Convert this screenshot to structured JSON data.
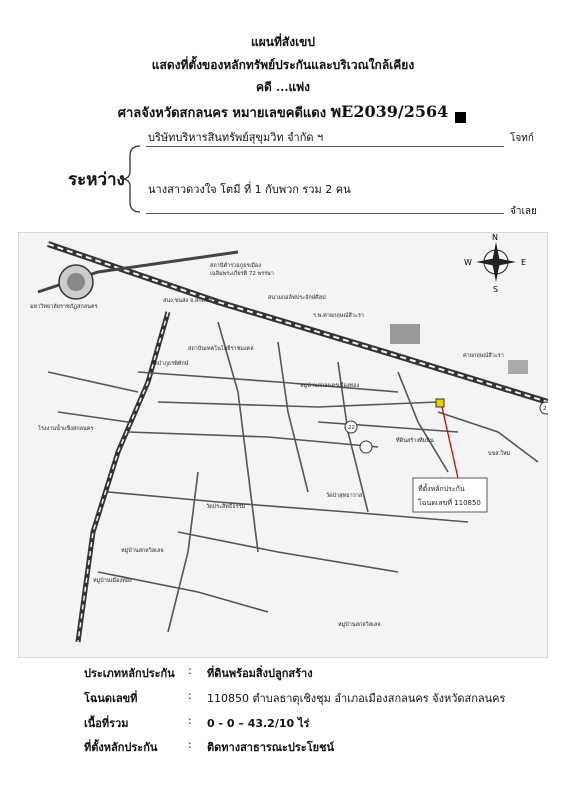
{
  "header": {
    "line1": "แผนที่สังเขป",
    "line2": "แสดงที่ตั้งของหลักทรัพย์ประกันและบริเวณใกล้เคียง",
    "line3": "คดี      ...แพ่ง",
    "line4_prefix": "ศาลจังหวัดสกลนคร หมายเลขคดีแดง ",
    "case_no": "พE2039/2564"
  },
  "parties": {
    "between_label": "ระหว่าง",
    "plaintiff": "บริษัทบริหารสินทรัพย์สุขุมวิท จำกัด ฯ",
    "plaintiff_role": "โจทก์",
    "defendant": "นางสาวดวงใจ  โตมี  ที่ 1 กับพวก  รวม 2 คน",
    "defendant_role": "จำเลย"
  },
  "map": {
    "compass": [
      "N",
      "E",
      "S",
      "W"
    ],
    "labels": [
      "สถานีตำรวจภูธรเมือง",
      "เฉลิมพระเกียรติ 72 พรรษา",
      "มหาวิทยาลัยราชภัฏสกลนคร",
      "สนง.ขนส่ง จ.สกลนคร",
      "สนามกอล์ฟประจักษ์ศิลป",
      "ร.พ.ค่ายกฤษณ์สีวะรา",
      "สถาบันเทคโนโลยีราชมงคล",
      "วัดป่าภูธรพิทักษ์",
      "หมู่บ้านสกลนครเมืองทอง",
      "ค่ายกฤษณ์สีวะรา",
      "โรงงานน้ำแข็งสกลนคร",
      "ที่ดินสร้างทีมนิน",
      "บขส.ใหม่",
      "วัดป่าสุทธาวาส",
      "วัดประสิทธิธรรม",
      "หมู่บ้านสกลวิลเลจ",
      "หมู่บ้านสกลวิลเลจ",
      "หมู่บ้านเมืองทอง"
    ],
    "road_numbers": [
      "22",
      "2"
    ],
    "callout_line1": "ที่ตั้งหลักประกัน",
    "callout_line2": "โฉนดเลขที่ 110850"
  },
  "info": [
    {
      "label": "ประเภทหลักประกัน",
      "value": "ที่ดินพร้อมสิ่งปลูกสร้าง",
      "bold": true
    },
    {
      "label": "โฉนดเลขที่",
      "value": "110850 ตำบลธาตุเชิงชุม  อำเภอเมืองสกลนคร  จังหวัดสกลนคร",
      "bold": false
    },
    {
      "label": "เนื้อที่รวม",
      "value": "0 - 0 – 43.2/10    ไร่",
      "bold": true
    },
    {
      "label": "ที่ตั้งหลักประกัน",
      "value": "ติดทางสาธารณะประโยชน์",
      "bold": true
    }
  ]
}
